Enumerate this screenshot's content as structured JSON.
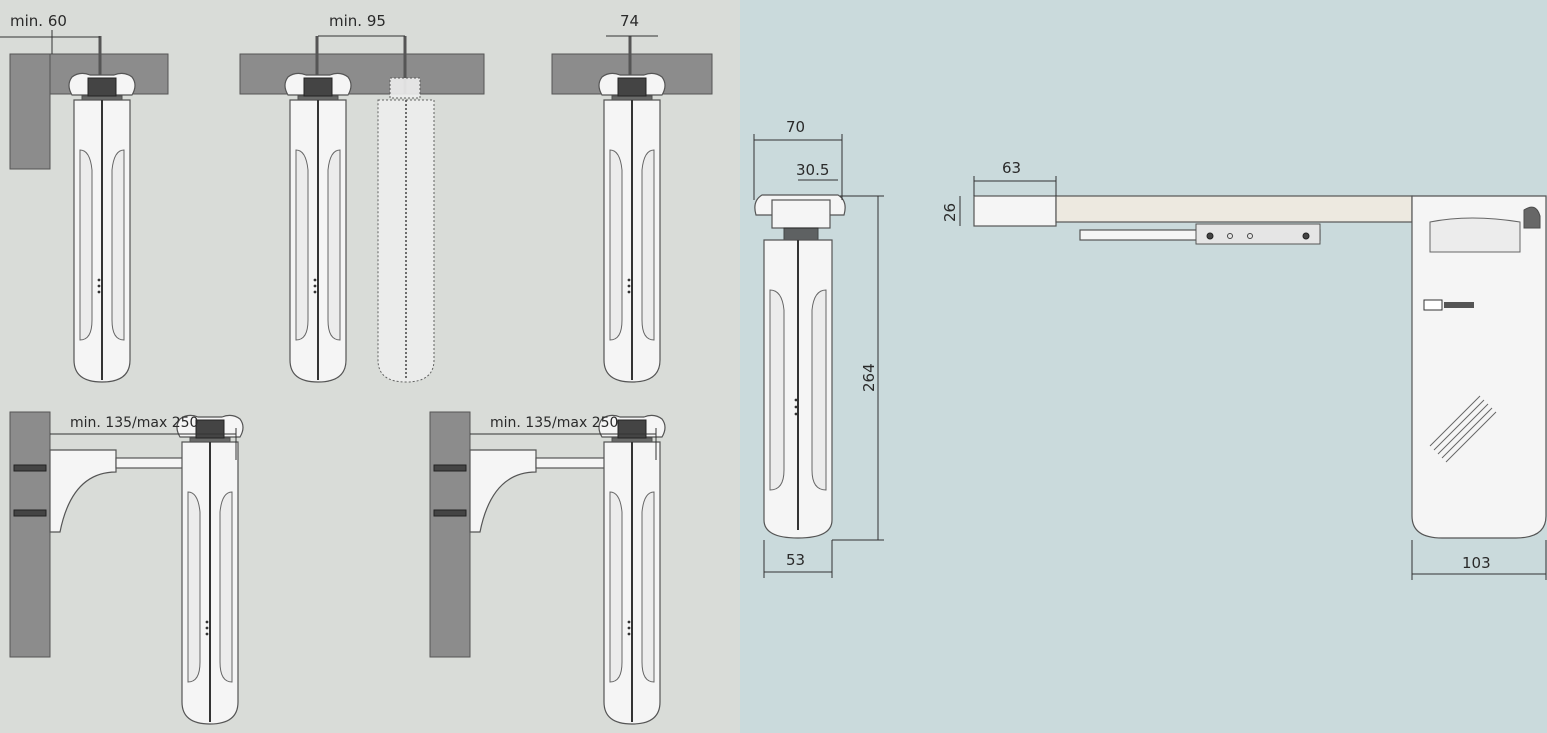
{
  "colors": {
    "left_background": "#d9dcd8",
    "right_background": "#cadadc",
    "wall": "#8c8c8c",
    "unit_body": "#f5f5f5"
  },
  "dimensions": {
    "min_60": "min. 60",
    "min_95": "min. 95",
    "d74": "74",
    "arm_range_1": "min. 135/max 250",
    "arm_range_2": "min. 135/max 250",
    "d70": "70",
    "d30_5": "30.5",
    "d264": "264",
    "d53": "53",
    "d63": "63",
    "d26": "26",
    "d103": "103"
  }
}
